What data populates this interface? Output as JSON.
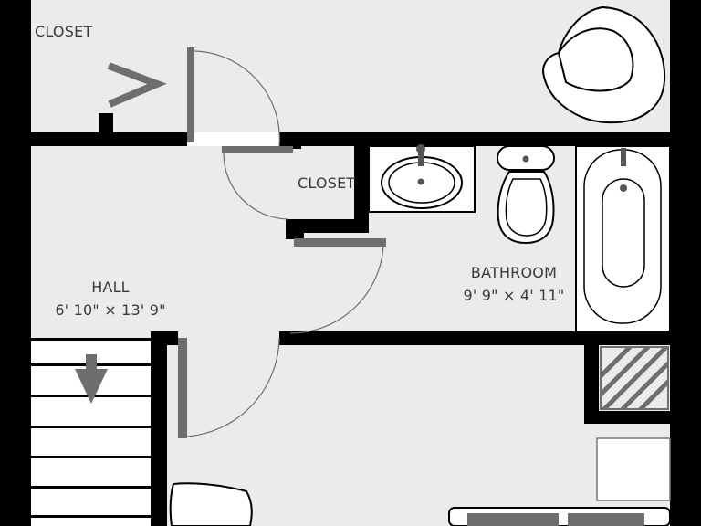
{
  "rooms": {
    "closet_top": {
      "name": "CLOSET"
    },
    "closet_mid": {
      "name": "CLOSET"
    },
    "hall": {
      "name": "HALL",
      "dimensions": "6' 10\" × 13' 9\""
    },
    "bathroom": {
      "name": "BATHROOM",
      "dimensions": "9' 9\" × 4' 11\""
    }
  },
  "colors": {
    "floor": "#ebebeb",
    "wall": "#000000",
    "door": "#6e6e6e",
    "fixture": "#ffffff"
  },
  "icons": {
    "stairs_direction": "down-arrow-icon",
    "closet_rod": "chevron-right-icon"
  }
}
